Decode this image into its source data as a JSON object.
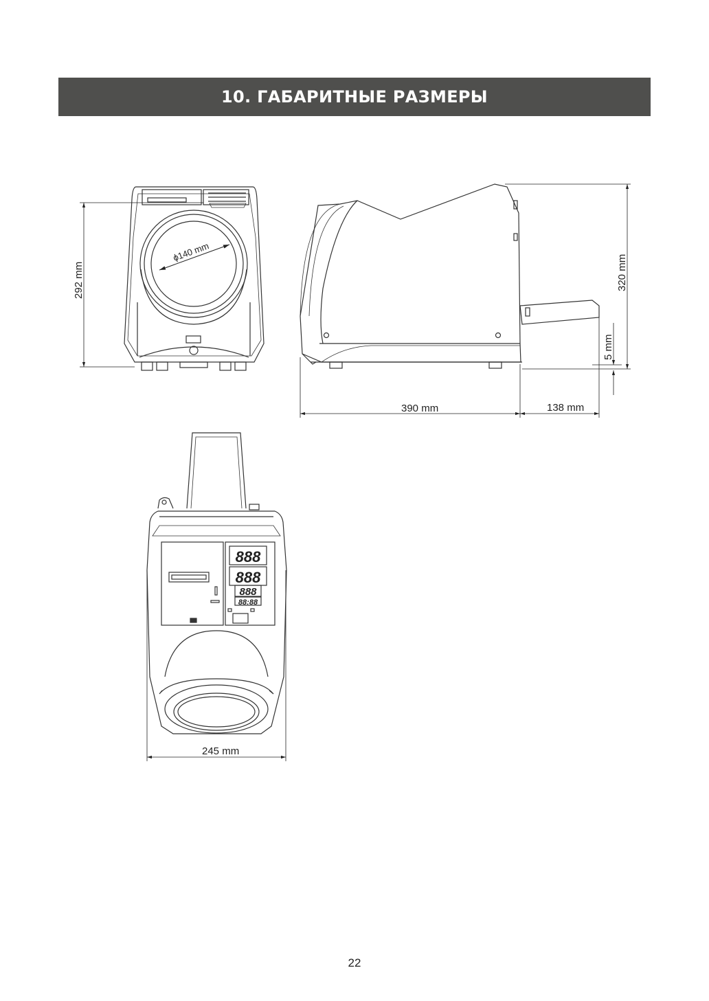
{
  "section": {
    "title": "10. ГАБАРИТНЫЕ РАЗМЕРЫ"
  },
  "dimensions": {
    "front_height": "292 mm",
    "cuff_diameter": "ϕ140 mm",
    "side_height": "320 mm",
    "foot_height": "5 mm",
    "side_depth": "390 mm",
    "tray_depth": "138 mm",
    "top_width": "245 mm"
  },
  "display": {
    "digits_1": "888",
    "digits_2": "888",
    "digits_3": "888",
    "clock": "88:88"
  },
  "page": {
    "number": "22"
  }
}
